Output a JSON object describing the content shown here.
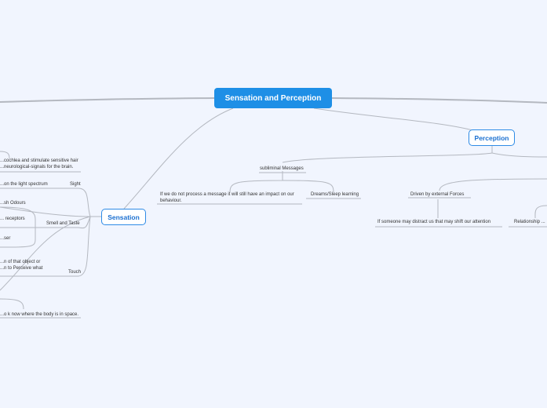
{
  "central": "Sensation and Perception",
  "sensation": {
    "label": "Sensation",
    "items": {
      "hearing": "...cochlea and stimulate sensitive hair\n...neurological-signals for the brain.",
      "sight_detail": "...on the light spectrum",
      "sight": "Sight",
      "smell_odours": "...sh Odours",
      "smell_receptors": "... receptors",
      "smell_other": "...ser",
      "smell_taste": "Smell and Taste",
      "touch_detail": "...n of that object or\n...n to Perceive what",
      "touch": "Touch",
      "body_space": "...o k now where the body is in space."
    }
  },
  "subliminal": {
    "label": "subliminal Messages",
    "children": [
      "If we do not process a message it will still have an impact on our behaviour.",
      "Dreams/Sleep learning"
    ]
  },
  "perception": {
    "label": "Perception",
    "external": "Driven by external Forces",
    "distract": "If someone may distract us that may shift our attention",
    "relationship": "Relationship ..."
  }
}
